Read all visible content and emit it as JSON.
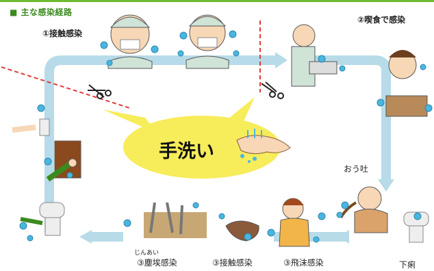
{
  "header": {
    "title": "■ 主な感染経路",
    "accent_color": "#6dbb2f"
  },
  "routes": {
    "contact_top": "①接触感染",
    "ingestion": "②喫食で感染",
    "vomiting": "おう吐",
    "diarrhea": "下痢",
    "dust_ruby": "じんあい",
    "dust": "③塵埃感染",
    "contact_bottom": "③接触感染",
    "droplet": "③飛沫感染"
  },
  "center": {
    "label": "手洗い",
    "bubble_color": "#f7ec5a"
  },
  "colors": {
    "arrow": "#b7dbe8",
    "cut_line": "#e0393a",
    "virus": "#4ab6e0"
  }
}
